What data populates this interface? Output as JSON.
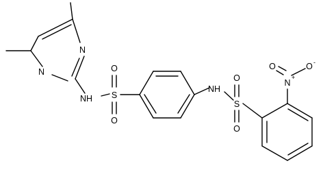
{
  "molecule": {
    "atoms": {
      "pyrimidine_n_top": "N",
      "pyrimidine_n_bottom": "N",
      "sulfonamide_nh_left": "NH",
      "sulfonyl_s_left": "S",
      "sulfonyl_o_left_top": "O",
      "sulfonyl_o_left_bottom": "O",
      "sulfonamide_nh_right": "NH",
      "sulfonyl_s_right": "S",
      "sulfonyl_o_right_top": "O",
      "sulfonyl_o_right_bottom": "O",
      "nitro_n": "N",
      "nitro_n_charge": "+",
      "nitro_o_double": "O",
      "nitro_o_single": "O",
      "nitro_o_charge": "-"
    }
  }
}
